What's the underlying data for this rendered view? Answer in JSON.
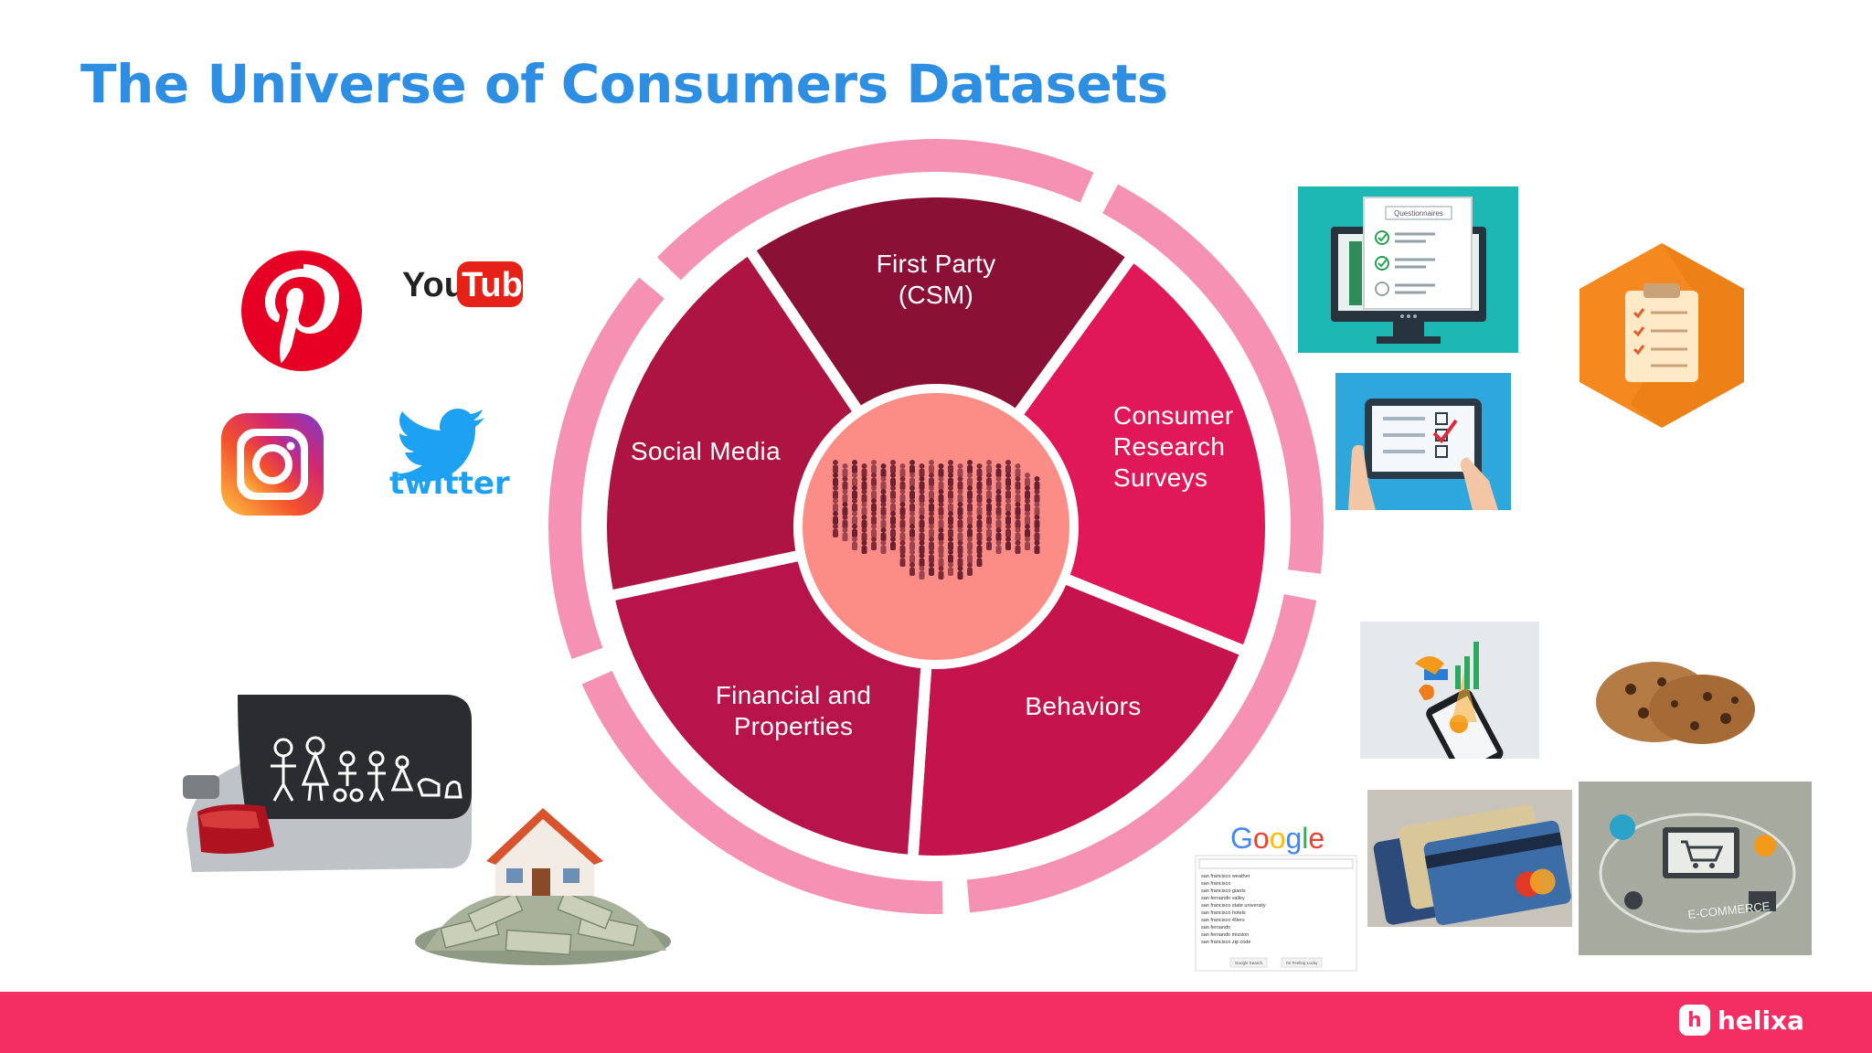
{
  "title": "The Universe of Consumers Datasets",
  "segments": [
    {
      "id": "first-party",
      "lines": [
        "First Party",
        "(CSM)"
      ]
    },
    {
      "id": "consumer-research",
      "lines": [
        "Consumer",
        "Research",
        "Surveys"
      ]
    },
    {
      "id": "behaviors",
      "lines": [
        "Behaviors"
      ]
    },
    {
      "id": "financial",
      "lines": [
        "Financial and",
        "Properties"
      ]
    },
    {
      "id": "social-media",
      "lines": [
        "Social Media"
      ]
    }
  ],
  "logos": {
    "youtube_you": "You",
    "youtube_tube": "Tube",
    "twitter": "twitter",
    "google": "Google",
    "ecommerce": "E-COMMERCE",
    "questionnaire": "Questionnaires"
  },
  "google_suggestions": [
    "san francisco weather",
    "san francisco",
    "san francisco giants",
    "san fernando valley",
    "san francisco state university",
    "san francisco hotels",
    "san francisco 49ers",
    "san fernando",
    "san fernando mission",
    "san francisco zip code"
  ],
  "google_buttons": [
    "Google Search",
    "I'm Feeling Lucky"
  ],
  "footer": {
    "brand": "helixa",
    "brand_mark": "h"
  },
  "colors": {
    "title": "#2d8ee2",
    "outer_ring": "#f592b3",
    "first_party": "#8a1036",
    "consumer_research": "#e0185a",
    "behaviors": "#c5134e",
    "financial": "#b7144b",
    "social_media": "#ad1442",
    "center": "#fb8d86",
    "footer": "#f42e62"
  }
}
